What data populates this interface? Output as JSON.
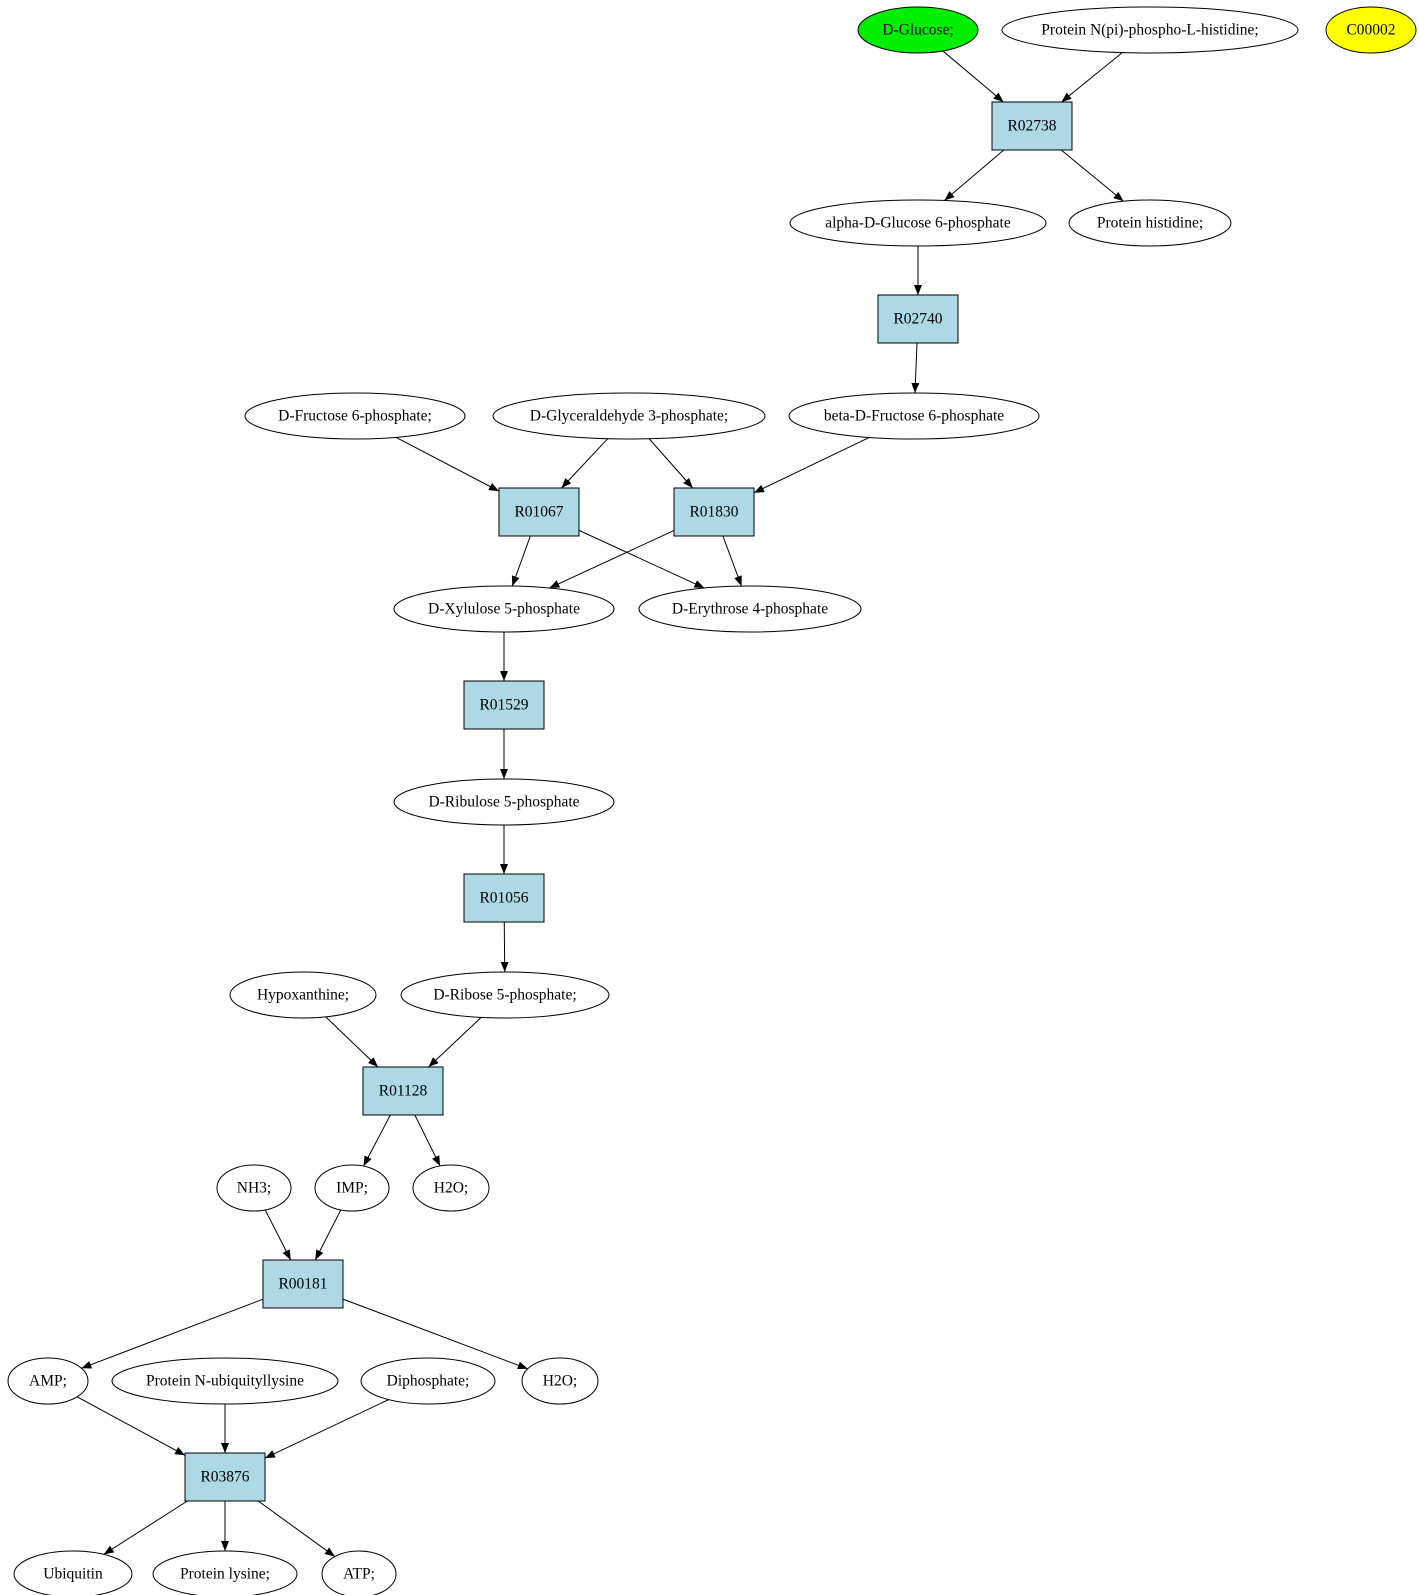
{
  "colors": {
    "reaction_fill": "#add8e6",
    "compound_fill": "#ffffff",
    "start_fill": "#00ee00",
    "target_fill": "#ffff00",
    "stroke": "#000000"
  },
  "nodes": [
    {
      "id": "glucose",
      "shape": "ellipse",
      "label": "D-Glucose;",
      "style": "start"
    },
    {
      "id": "phosphohis",
      "shape": "ellipse",
      "label": "Protein N(pi)-phospho-L-histidine;",
      "style": "compound"
    },
    {
      "id": "c00002",
      "shape": "ellipse",
      "label": "C00002",
      "style": "target"
    },
    {
      "id": "r02738",
      "shape": "rect",
      "label": "R02738",
      "style": "reaction"
    },
    {
      "id": "ag6p",
      "shape": "ellipse",
      "label": "alpha-D-Glucose 6-phosphate",
      "style": "compound"
    },
    {
      "id": "prothis",
      "shape": "ellipse",
      "label": "Protein histidine;",
      "style": "compound"
    },
    {
      "id": "r02740",
      "shape": "rect",
      "label": "R02740",
      "style": "reaction"
    },
    {
      "id": "fru6p",
      "shape": "ellipse",
      "label": "D-Fructose 6-phosphate;",
      "style": "compound"
    },
    {
      "id": "gly3p",
      "shape": "ellipse",
      "label": "D-Glyceraldehyde 3-phosphate;",
      "style": "compound"
    },
    {
      "id": "bfru6p",
      "shape": "ellipse",
      "label": "beta-D-Fructose 6-phosphate",
      "style": "compound"
    },
    {
      "id": "r01067",
      "shape": "rect",
      "label": "R01067",
      "style": "reaction"
    },
    {
      "id": "r01830",
      "shape": "rect",
      "label": "R01830",
      "style": "reaction"
    },
    {
      "id": "xyl5p",
      "shape": "ellipse",
      "label": "D-Xylulose 5-phosphate",
      "style": "compound"
    },
    {
      "id": "ery4p",
      "shape": "ellipse",
      "label": "D-Erythrose 4-phosphate",
      "style": "compound"
    },
    {
      "id": "r01529",
      "shape": "rect",
      "label": "R01529",
      "style": "reaction"
    },
    {
      "id": "ribu5p",
      "shape": "ellipse",
      "label": "D-Ribulose 5-phosphate",
      "style": "compound"
    },
    {
      "id": "r01056",
      "shape": "rect",
      "label": "R01056",
      "style": "reaction"
    },
    {
      "id": "hypox",
      "shape": "ellipse",
      "label": "Hypoxanthine;",
      "style": "compound"
    },
    {
      "id": "rib5p",
      "shape": "ellipse",
      "label": "D-Ribose 5-phosphate;",
      "style": "compound"
    },
    {
      "id": "r01128",
      "shape": "rect",
      "label": "R01128",
      "style": "reaction"
    },
    {
      "id": "nh3",
      "shape": "ellipse",
      "label": "NH3;",
      "style": "compound"
    },
    {
      "id": "imp",
      "shape": "ellipse",
      "label": "IMP;",
      "style": "compound"
    },
    {
      "id": "h2o_a",
      "shape": "ellipse",
      "label": "H2O;",
      "style": "compound"
    },
    {
      "id": "r00181",
      "shape": "rect",
      "label": "R00181",
      "style": "reaction"
    },
    {
      "id": "amp",
      "shape": "ellipse",
      "label": "AMP;",
      "style": "compound"
    },
    {
      "id": "protubq",
      "shape": "ellipse",
      "label": "Protein N-ubiquityllysine",
      "style": "compound"
    },
    {
      "id": "dipho",
      "shape": "ellipse",
      "label": "Diphosphate;",
      "style": "compound"
    },
    {
      "id": "h2o_b",
      "shape": "ellipse",
      "label": "H2O;",
      "style": "compound"
    },
    {
      "id": "r03876",
      "shape": "rect",
      "label": "R03876",
      "style": "reaction"
    },
    {
      "id": "ubq",
      "shape": "ellipse",
      "label": "Ubiquitin",
      "style": "compound"
    },
    {
      "id": "protlys",
      "shape": "ellipse",
      "label": "Protein lysine;",
      "style": "compound"
    },
    {
      "id": "atp",
      "shape": "ellipse",
      "label": "ATP;",
      "style": "compound"
    }
  ],
  "edges": [
    {
      "from": "glucose",
      "to": "r02738"
    },
    {
      "from": "phosphohis",
      "to": "r02738"
    },
    {
      "from": "r02738",
      "to": "ag6p"
    },
    {
      "from": "r02738",
      "to": "prothis"
    },
    {
      "from": "ag6p",
      "to": "r02740"
    },
    {
      "from": "r02740",
      "to": "bfru6p"
    },
    {
      "from": "fru6p",
      "to": "r01067"
    },
    {
      "from": "gly3p",
      "to": "r01067"
    },
    {
      "from": "gly3p",
      "to": "r01830"
    },
    {
      "from": "bfru6p",
      "to": "r01830"
    },
    {
      "from": "r01067",
      "to": "xyl5p"
    },
    {
      "from": "r01067",
      "to": "ery4p"
    },
    {
      "from": "r01830",
      "to": "xyl5p"
    },
    {
      "from": "r01830",
      "to": "ery4p"
    },
    {
      "from": "xyl5p",
      "to": "r01529"
    },
    {
      "from": "r01529",
      "to": "ribu5p"
    },
    {
      "from": "ribu5p",
      "to": "r01056"
    },
    {
      "from": "r01056",
      "to": "rib5p"
    },
    {
      "from": "hypox",
      "to": "r01128"
    },
    {
      "from": "rib5p",
      "to": "r01128"
    },
    {
      "from": "r01128",
      "to": "imp"
    },
    {
      "from": "r01128",
      "to": "h2o_a"
    },
    {
      "from": "nh3",
      "to": "r00181"
    },
    {
      "from": "imp",
      "to": "r00181"
    },
    {
      "from": "r00181",
      "to": "amp"
    },
    {
      "from": "r00181",
      "to": "h2o_b"
    },
    {
      "from": "amp",
      "to": "r03876"
    },
    {
      "from": "protubq",
      "to": "r03876"
    },
    {
      "from": "dipho",
      "to": "r03876"
    },
    {
      "from": "r03876",
      "to": "ubq"
    },
    {
      "from": "r03876",
      "to": "protlys"
    },
    {
      "from": "r03876",
      "to": "atp"
    }
  ]
}
